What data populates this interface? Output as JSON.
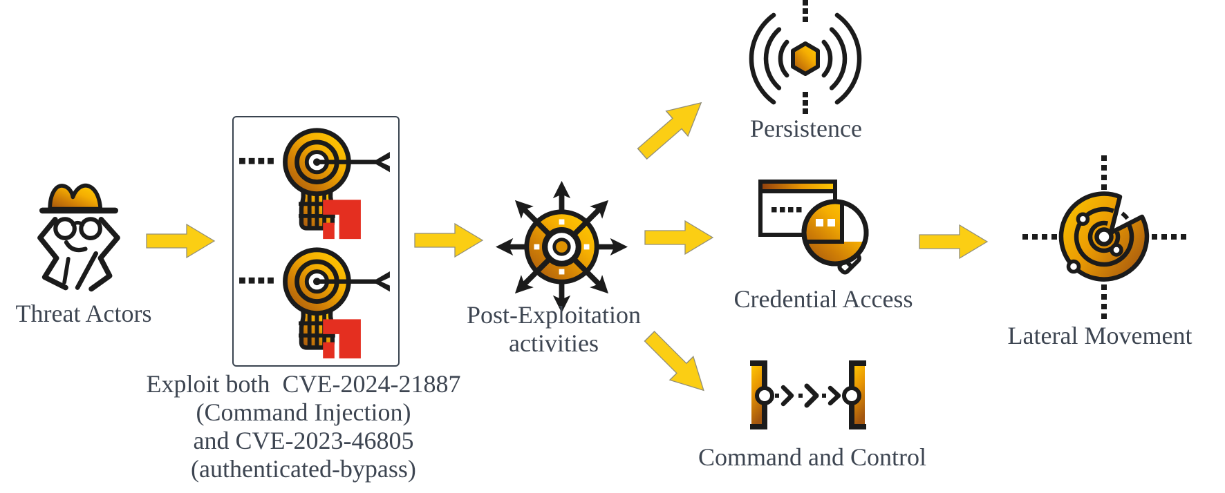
{
  "diagram": {
    "nodes": {
      "threat_actors": {
        "label": "Threat Actors",
        "icon": "spy-icon"
      },
      "exploit": {
        "icon": "target-arrow-icon",
        "icon_count": 2,
        "caption_lines": [
          "Exploit both  CVE-2024-21887",
          "(Command Injection)",
          "and CVE-2023-46805",
          "(authenticated-bypass)"
        ]
      },
      "post_exploitation": {
        "label_line1": "Post-Exploitation",
        "label_line2": "activities",
        "icon": "radiating-arrows-icon"
      },
      "persistence": {
        "label": "Persistence",
        "icon": "signal-waves-icon"
      },
      "credential_access": {
        "label": "Credential Access",
        "icon": "magnifier-window-icon"
      },
      "command_and_control": {
        "label": "Command and Control",
        "icon": "relay-channel-icon"
      },
      "lateral_movement": {
        "label": "Lateral Movement",
        "icon": "radar-icon"
      }
    },
    "edges": [
      {
        "from": "threat_actors",
        "to": "exploit"
      },
      {
        "from": "exploit",
        "to": "post_exploitation"
      },
      {
        "from": "post_exploitation",
        "to": "persistence"
      },
      {
        "from": "post_exploitation",
        "to": "credential_access"
      },
      {
        "from": "post_exploitation",
        "to": "command_and_control"
      },
      {
        "from": "credential_access",
        "to": "lateral_movement"
      }
    ],
    "colors": {
      "arrow_fill": "#FBCE14",
      "gold_light": "#FFCC02",
      "gold_dark": "#9E5110",
      "red_accent": "#E42F20",
      "icon_stroke": "#1b1b1b",
      "text": "#3D4551",
      "box_border": "#39434F",
      "background": "#FFFFFF"
    }
  }
}
